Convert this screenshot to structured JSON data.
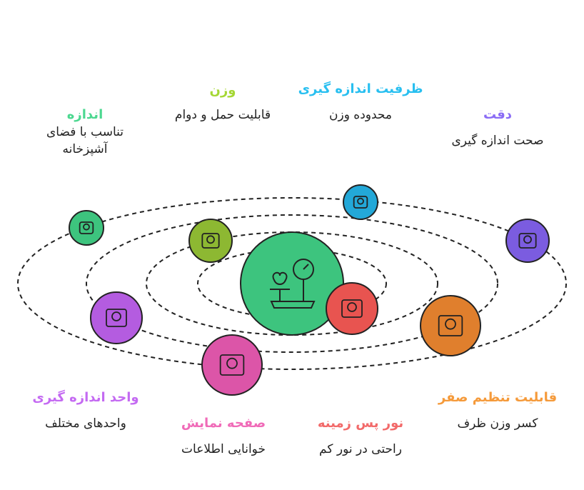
{
  "items": [
    {
      "title": "اندازه",
      "desc": "تناسب با فضای",
      "desc2": "آشپزخانه",
      "color": "#4cd890",
      "fill": "#3dc47e",
      "icon": "kitchen-scale-icon"
    },
    {
      "title": "وزن",
      "desc": "قابلیت حمل و دوام",
      "color": "#a5d735",
      "fill": "#8db832",
      "icon": "luggage-scale-icon"
    },
    {
      "title": "ظرفیت اندازه گیری",
      "desc": "محدوده وزن",
      "color": "#28bff0",
      "fill": "#23a8d8",
      "icon": "capacity-icon"
    },
    {
      "title": "دقت",
      "desc": "صحت اندازه گیری",
      "color": "#8a6cf5",
      "fill": "#7b5ce0",
      "icon": "precision-icon"
    },
    {
      "title": "قابلیت تنظیم صفر",
      "desc": "کسر وزن ظرف",
      "color": "#f59a3a",
      "fill": "#e07f2d",
      "icon": "tare-icon"
    },
    {
      "title": "نور پس زمینه",
      "desc": "راحتی در نور کم",
      "color": "#f26a6a",
      "fill": "#e85450",
      "icon": "backlight-icon"
    },
    {
      "title": "صفحه نمایش",
      "desc": "خوانایی اطلاعات",
      "color": "#f06bb8",
      "fill": "#dc55a8",
      "icon": "display-icon"
    },
    {
      "title": "واحد اندازه گیری",
      "desc": "واحدهای مختلف",
      "color": "#c46af2",
      "fill": "#b45ce0",
      "icon": "balance-icon"
    }
  ],
  "center": {
    "fill": "#3dc47e",
    "icon": "kitchen-scale-center-icon"
  }
}
